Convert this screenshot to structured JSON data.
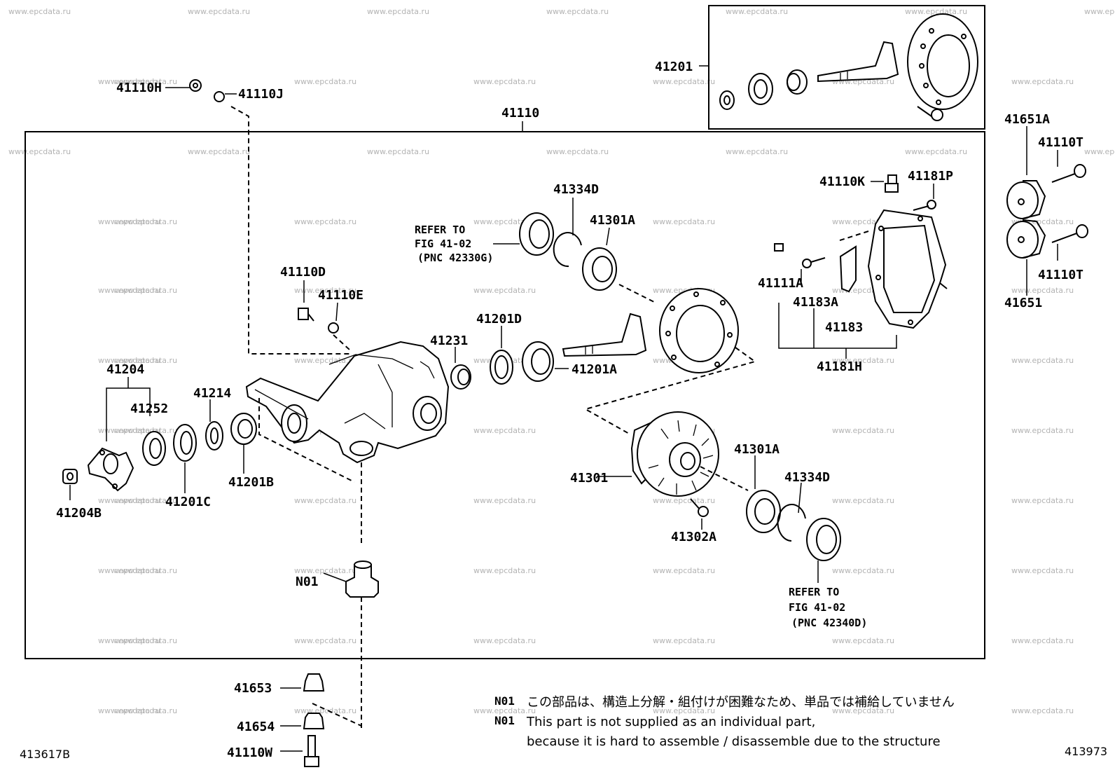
{
  "watermark": "www.epcdata.ru",
  "labels": {
    "l41201": "41201",
    "l41110H": "41110H",
    "l41110J": "41110J",
    "l41110": "41110",
    "l41651A": "41651A",
    "l41110T_top": "41110T",
    "l41110K": "41110K",
    "l41181P": "41181P",
    "l41334D_top": "41334D",
    "l41301A_top": "41301A",
    "l41110D": "41110D",
    "l41110E": "41110E",
    "l41111A": "41111A",
    "l41183A": "41183A",
    "l41183": "41183",
    "l41181H": "41181H",
    "l41651": "41651",
    "l41110T_bot": "41110T",
    "l41201D": "41201D",
    "l41231": "41231",
    "l41201A": "41201A",
    "l41204": "41204",
    "l41252": "41252",
    "l41214": "41214",
    "l41201B": "41201B",
    "l41201C": "41201C",
    "l41204B": "41204B",
    "l41301": "41301",
    "l41301A_bot": "41301A",
    "l41334D_bot": "41334D",
    "l41302A": "41302A",
    "lN01": "N01",
    "l41653": "41653",
    "l41654": "41654",
    "l41110W": "41110W"
  },
  "refer_top": [
    "REFER TO",
    "FIG 41-02",
    "(PNC 42330G)"
  ],
  "refer_bottom": [
    "REFER TO",
    "FIG 41-02",
    "(PNC 42340D)"
  ],
  "notes": {
    "n1_key": "N01",
    "n1_text": "この部品は、構造上分解・組付けが困難なため、単品では補給していません",
    "n2_key": "N01",
    "n2_line1": "This part is not supplied as an individual part,",
    "n2_line2": "because it is hard to assemble / disassemble due to the structure"
  },
  "codes": {
    "left": "413617B",
    "right": "413973"
  }
}
